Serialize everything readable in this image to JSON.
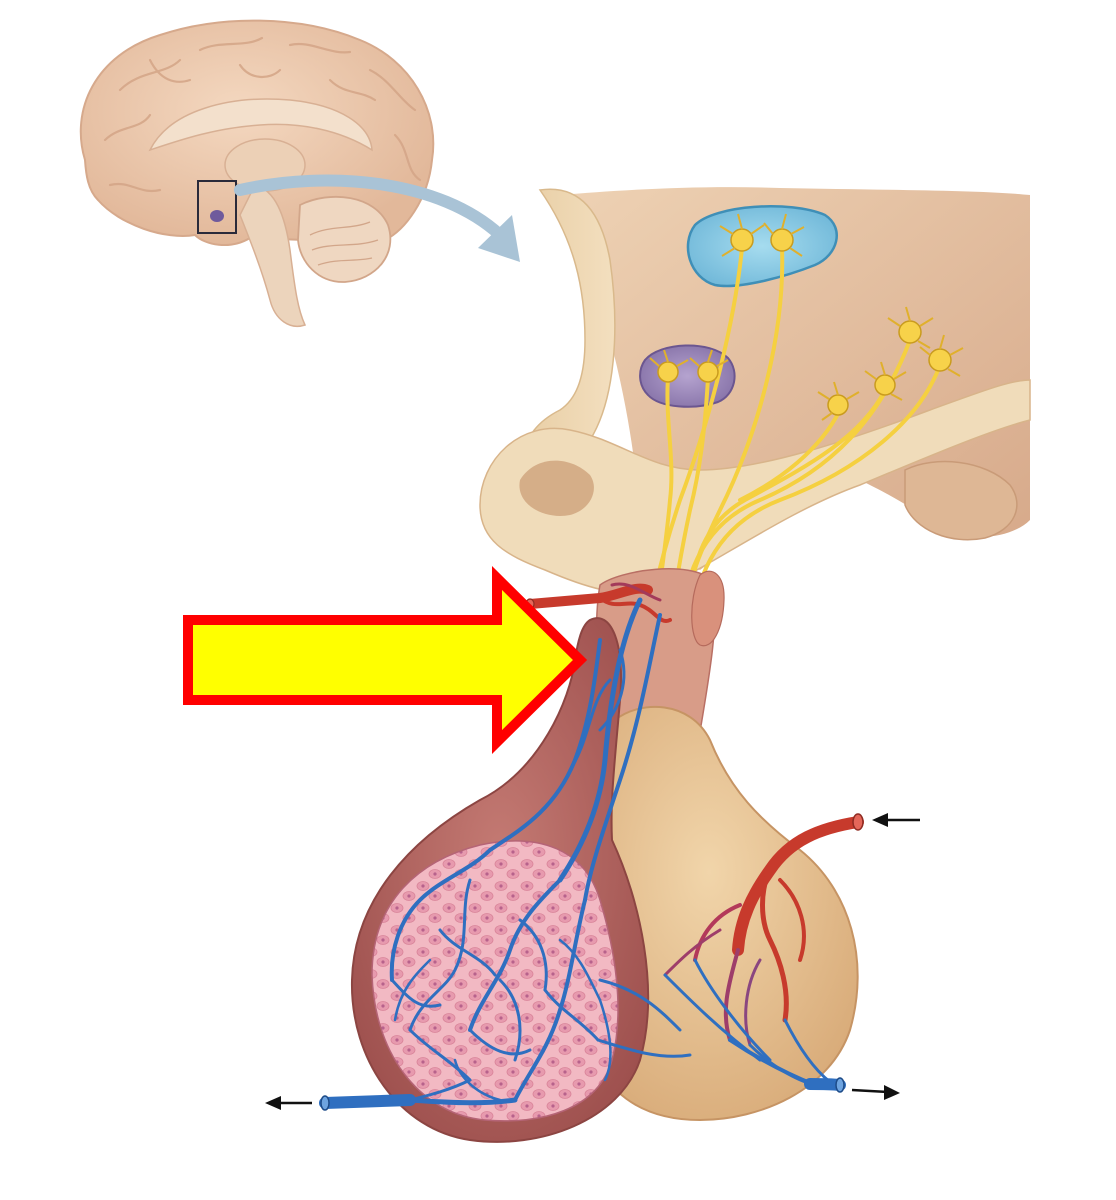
{
  "figure": {
    "subject": "hypothalamus-pituitary-portal-system",
    "labels": [],
    "highlight": {
      "shape": "block-arrow",
      "target": "hypophyseal-portal-system",
      "fill_color": "#ffff00",
      "outline_color": "#ff0000"
    },
    "flow_arrows": [
      "arterial-inflow-arrow",
      "venous-outflow-left-arrow",
      "venous-outflow-right-arrow"
    ],
    "colors": {
      "tissue": "#e9c7a2",
      "tissue_dark": "#d9a98a",
      "neuron_axon": "#f5d040",
      "nucleus_blue": "#8fd0e8",
      "nucleus_purple": "#9b86b8",
      "artery": "#c73a2c",
      "vein": "#2f6fc0",
      "anterior_lobe": "#b86a66",
      "secretory_cells": "#f2b7c1",
      "posterior_lobe": "#e5c08e",
      "inset_arrow": "#a9c3d6"
    }
  }
}
